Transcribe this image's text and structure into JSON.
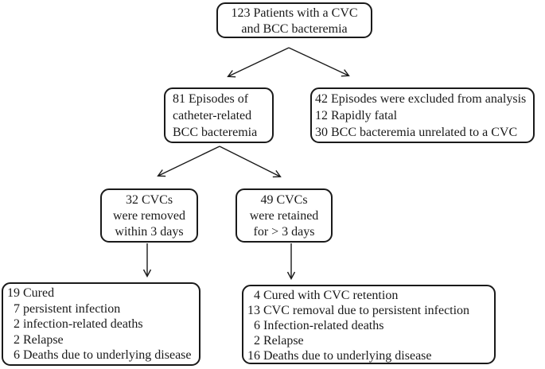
{
  "colors": {
    "ink": "#1a1a1a",
    "background": "#ffffff"
  },
  "nodes": {
    "total": {
      "lines": [
        "123 Patients with a CVC",
        "and BCC bacteremia"
      ]
    },
    "episodes": {
      "lines": [
        "81 Episodes of",
        "catheter-related",
        "BCC bacteremia"
      ]
    },
    "excluded": {
      "rows": [
        {
          "n": "42",
          "t": "Episodes were excluded from analysis"
        },
        {
          "n": "12",
          "t": "Rapidly fatal"
        },
        {
          "n": "30",
          "t": "BCC bacteremia unrelated to a CVC"
        }
      ]
    },
    "removed": {
      "lines": [
        "32 CVCs",
        "were removed",
        "within 3 days"
      ]
    },
    "retained": {
      "lines": [
        "49 CVCs",
        "were retained",
        "for > 3 days"
      ]
    },
    "removed_outcomes": {
      "rows": [
        {
          "n": "19",
          "t": "Cured"
        },
        {
          "n": "7",
          "t": "persistent infection"
        },
        {
          "n": "2",
          "t": "infection-related deaths"
        },
        {
          "n": "2",
          "t": "Relapse"
        },
        {
          "n": "6",
          "t": "Deaths due to underlying disease"
        }
      ]
    },
    "retained_outcomes": {
      "rows": [
        {
          "n": "4",
          "t": "Cured with CVC retention"
        },
        {
          "n": "13",
          "t": "CVC removal due to persistent infection"
        },
        {
          "n": "6",
          "t": "Infection-related deaths"
        },
        {
          "n": "2",
          "t": "Relapse"
        },
        {
          "n": "16",
          "t": "Deaths due to underlying disease"
        }
      ]
    }
  }
}
